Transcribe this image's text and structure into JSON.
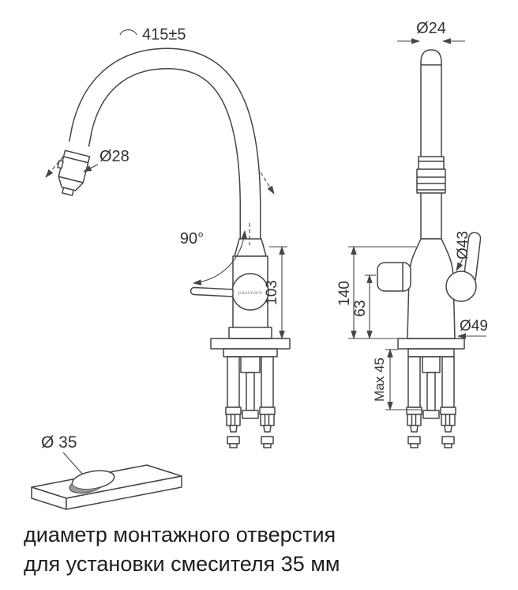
{
  "window": {
    "background": "#ffffff"
  },
  "colors": {
    "line": "#454545",
    "text": "#333333",
    "caption": "#1d1d1d",
    "shade": "#9a9a9a"
  },
  "diagram": {
    "side_view": {
      "arc_length": "415±5",
      "spray_diameter": "Ø28",
      "swivel_angle": "90°",
      "spout_height": "103",
      "brand": "paulmark"
    },
    "front_view": {
      "top_diameter": "Ø24",
      "body_diameter": "Ø43",
      "total_height": "140",
      "handle_height": "63",
      "base_diameter": "Ø49",
      "max_deck_thickness": "Max 45"
    },
    "mounting_hole": {
      "diameter": "Ø 35"
    }
  },
  "caption": {
    "line1": "диаметр монтажного отверстия",
    "line2": "для установки смесителя 35 мм"
  }
}
